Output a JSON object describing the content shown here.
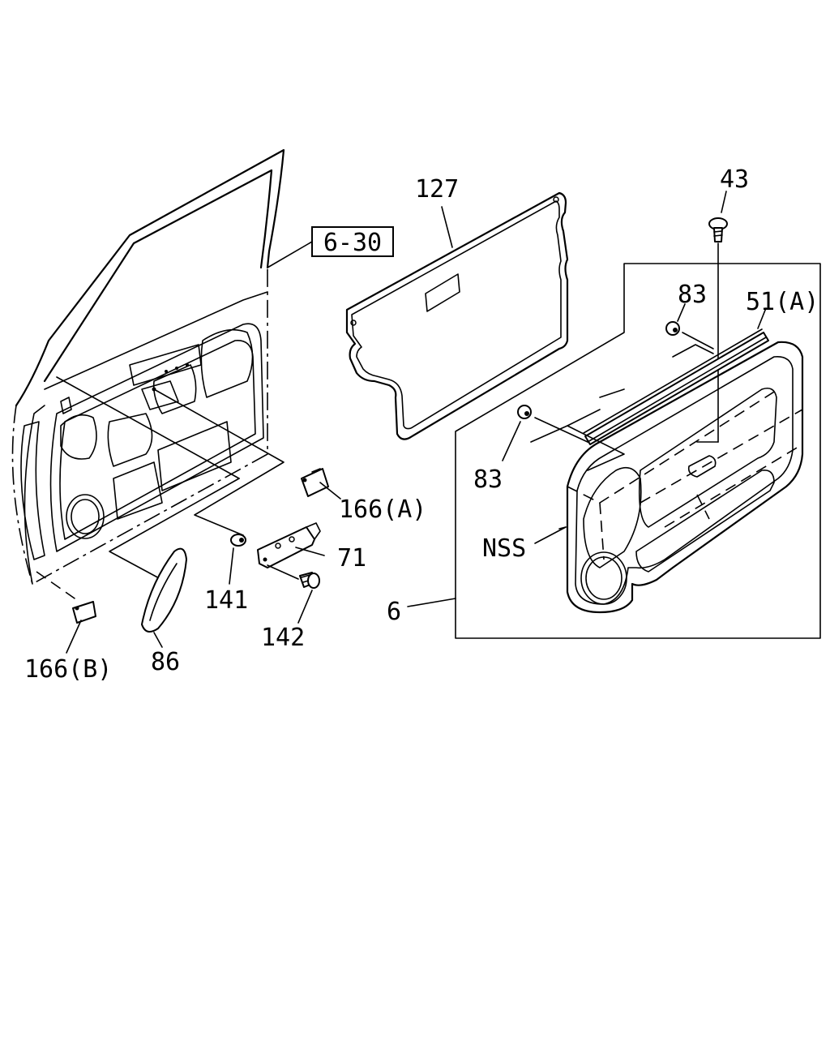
{
  "reference_box": "6-30",
  "labels": {
    "p127": "127",
    "p43": "43",
    "p83a": "83",
    "p51a": "51(A)",
    "p83b": "83",
    "nss": "NSS",
    "p6": "6",
    "p166a": "166(A)",
    "p71": "71",
    "p141": "141",
    "p142": "142",
    "p86": "86",
    "p166b": "166(B)"
  }
}
